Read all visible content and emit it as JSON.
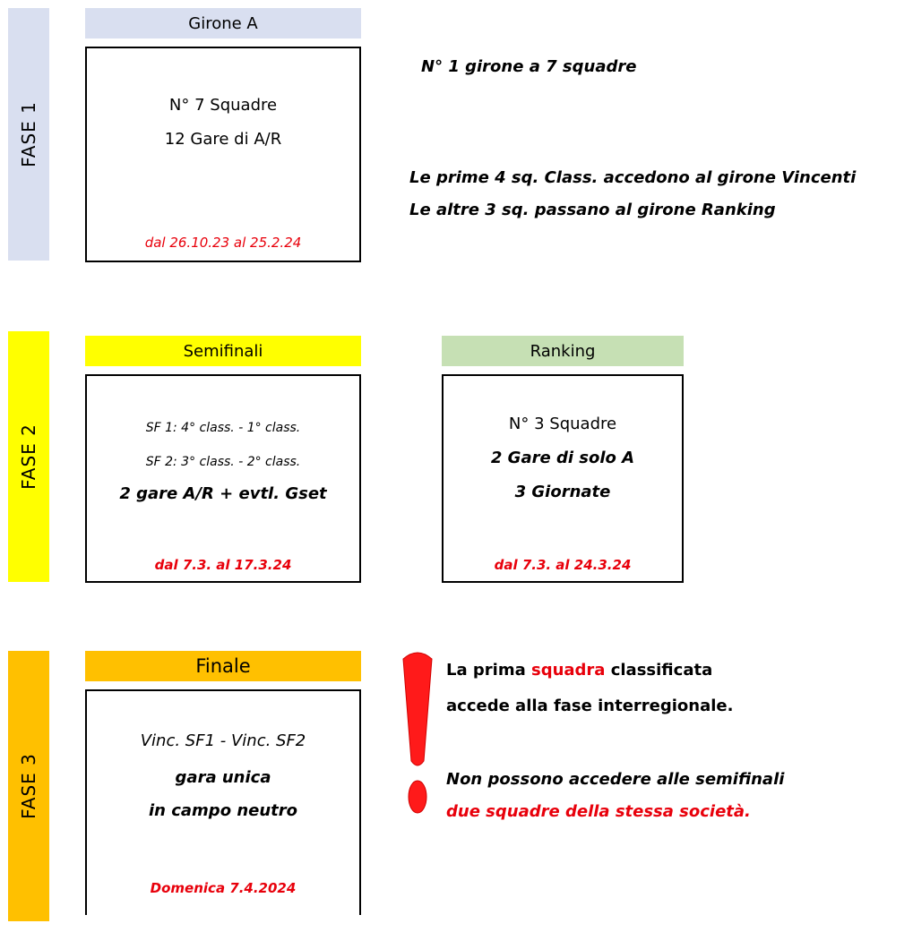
{
  "colors": {
    "fase1": "#d9dff0",
    "fase2": "#ffff00",
    "fase3": "#ffc000",
    "ranking": "#c6e0b4",
    "accent_red": "#e8000b"
  },
  "phases": {
    "fase1": "FASE 1",
    "fase2": "FASE 2",
    "fase3": "FASE 3"
  },
  "girone_a": {
    "title": "Girone A",
    "line1": "N°  7 Squadre",
    "line2": "12 Gare di A/R",
    "dates": "dal 26.10.23  al 25.2.24"
  },
  "fase1_notes": {
    "n1": "N° 1 girone a 7 squadre",
    "n2": "Le prime 4 sq. Class. accedono al girone Vincenti",
    "n3": "Le altre 3 sq.  passano al girone Ranking"
  },
  "semifinali": {
    "title": "Semifinali",
    "line1": "SF 1: 4° class. - 1° class.",
    "line2": "SF 2: 3° class. - 2° class.",
    "line3": "2 gare A/R + evtl. Gset",
    "dates": "dal 7.3. al 17.3.24"
  },
  "ranking": {
    "title": "Ranking",
    "line1": "N°  3 Squadre",
    "line2": "2 Gare di solo A",
    "line3": "3 Giornate",
    "dates": "dal 7.3. al 24.3.24"
  },
  "finale": {
    "title": "Finale",
    "line1": "Vinc. SF1 - Vinc. SF2",
    "line2": "gara unica",
    "line3": "in campo neutro",
    "dates": "Domenica 7.4.2024"
  },
  "notice": {
    "icon": "exclamation-icon",
    "p1_a": "La prima ",
    "p1_b": "squadra",
    "p1_c": " classificata",
    "p2": "accede alla fase interregionale.",
    "p3": "Non possono accedere alle semifinali",
    "p4": " due squadre della stessa società."
  }
}
